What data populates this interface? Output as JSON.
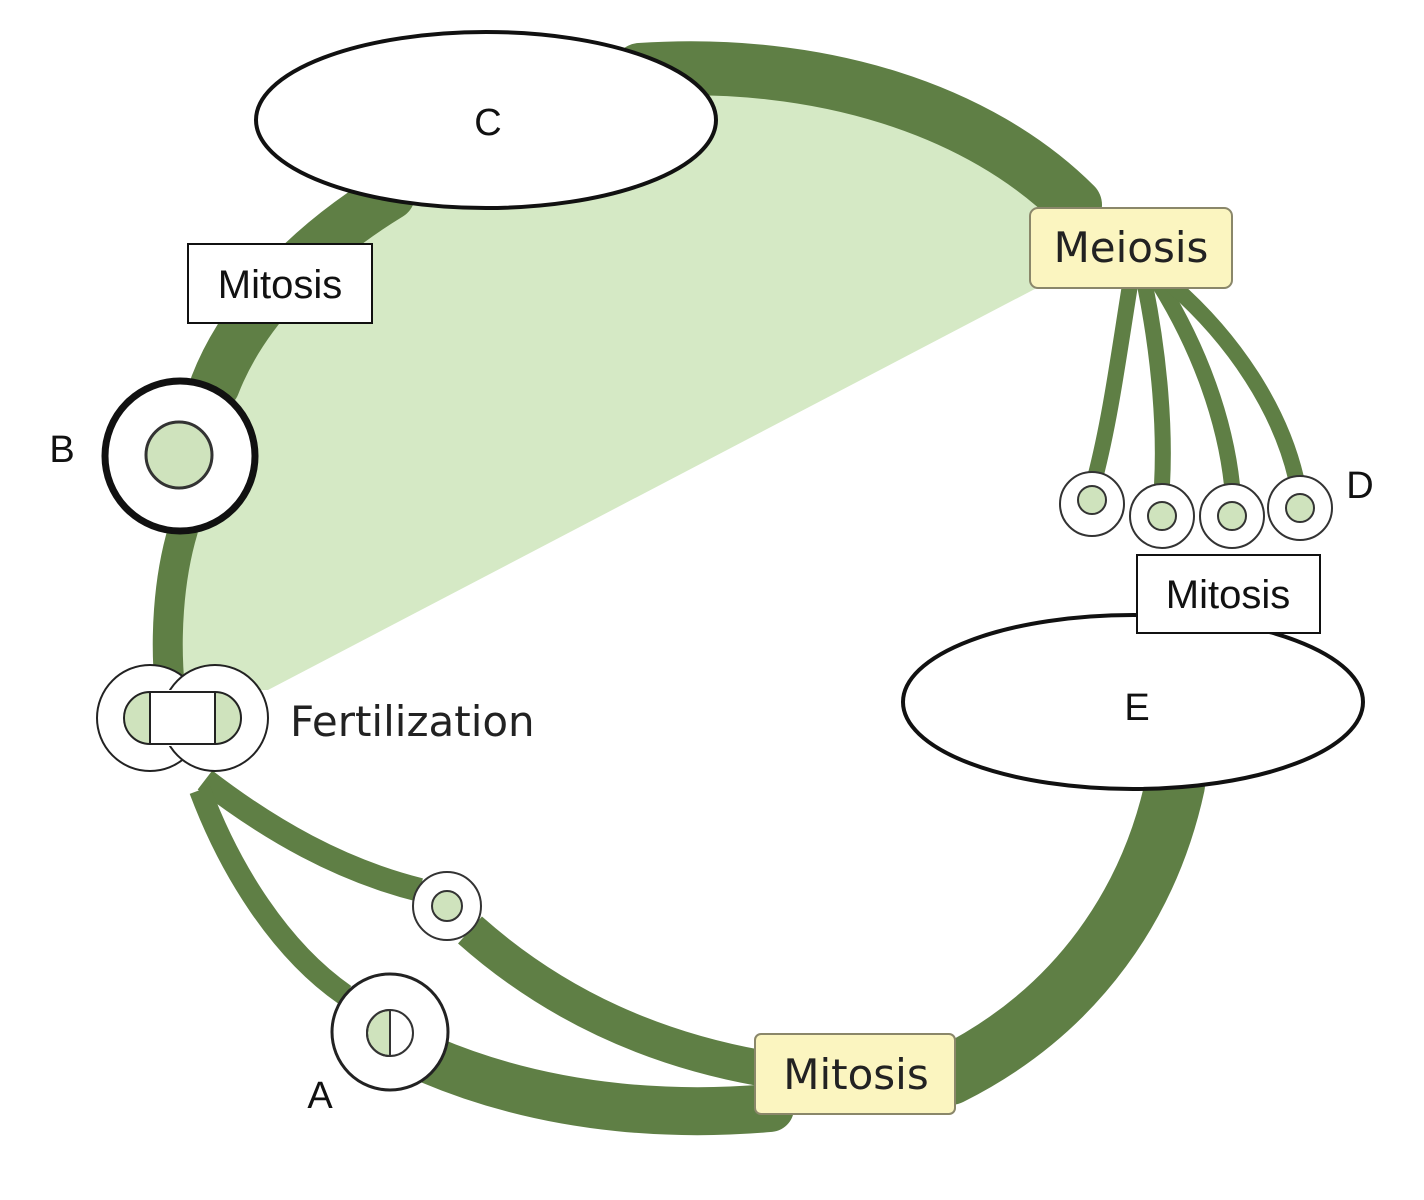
{
  "colors": {
    "stem": "#5f7f45",
    "haploid_fill": "#d5e9c5",
    "cell_nucleus": "#cfe3bd",
    "boxed_highlight": "#fbf5c0",
    "boxed_highlight_border": "#8a876a",
    "outline": "#111111",
    "background": "#ffffff"
  },
  "labels": {
    "ellipse_c": "C",
    "ellipse_e": "E",
    "letter_a": "A",
    "letter_b": "B",
    "letter_d": "D",
    "fertilization": "Fertilization",
    "meiosis": "Meiosis",
    "mitosis_bottom": "Mitosis",
    "mitosis_left": "Mitosis",
    "mitosis_right": "Mitosis"
  }
}
